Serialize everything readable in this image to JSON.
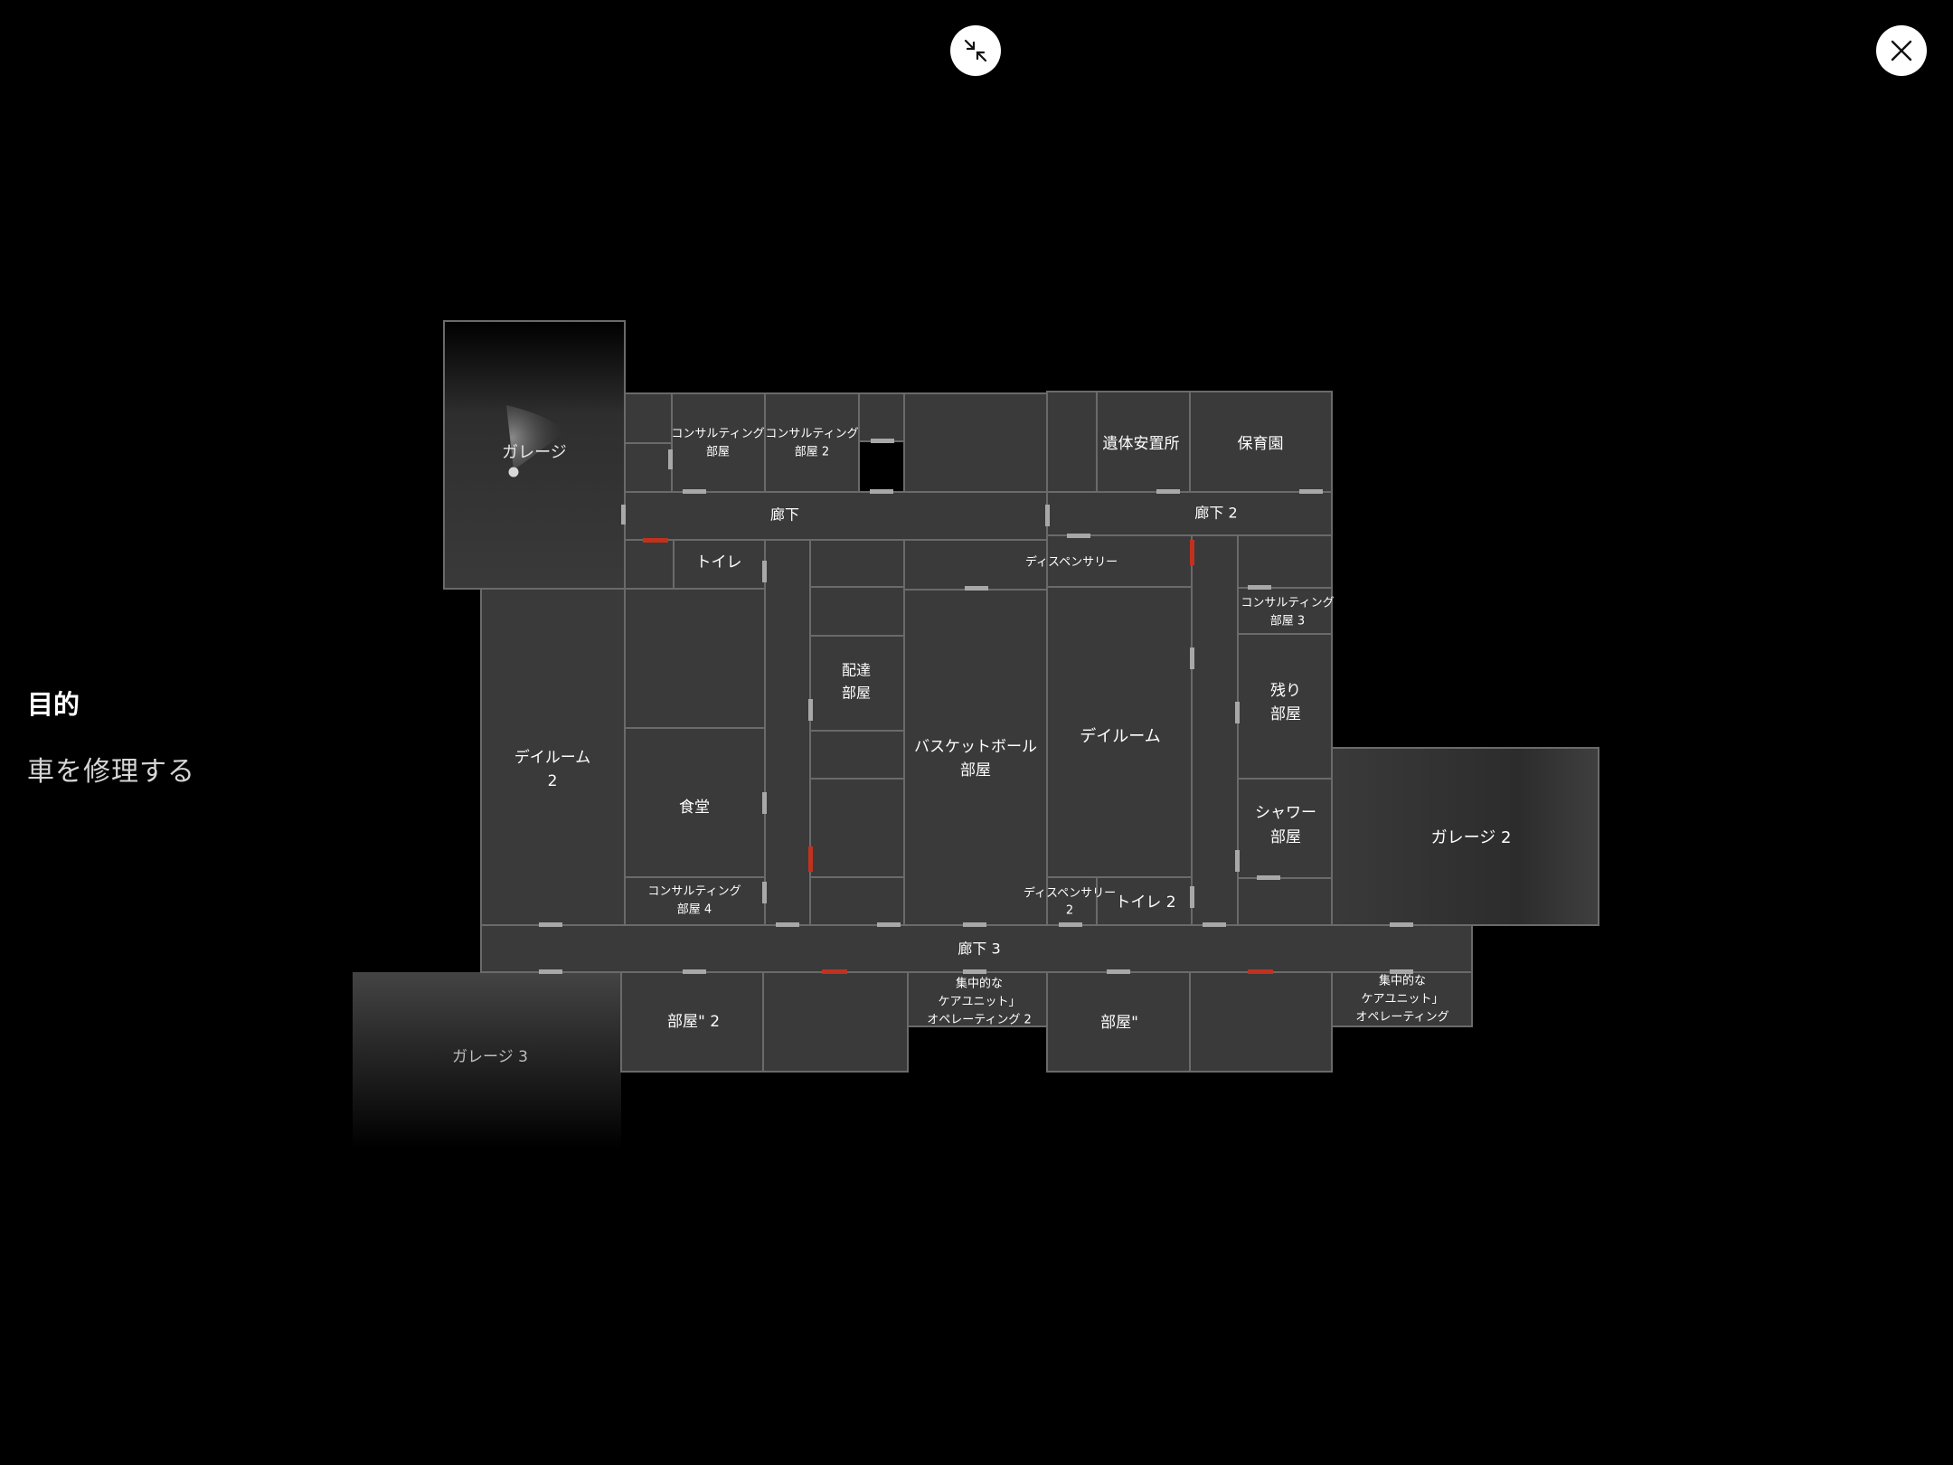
{
  "objective": {
    "title": "目的",
    "text": "車を修理する"
  },
  "controls": {
    "collapse_icon": "collapse-arrows-icon",
    "close_icon": "close-x-icon"
  },
  "colors": {
    "room_fill": "#3a3a3a",
    "room_stroke": "#6a6a6a",
    "door": "#a8a8a8",
    "locked_door": "#c0321e",
    "background": "#000000"
  },
  "rooms": {
    "garage": "ガレージ",
    "consult1_a": "コンサルティング",
    "consult1_b": "部屋",
    "consult2_a": "コンサルティング",
    "consult2_b": "部屋 2",
    "morgue": "遺体安置所",
    "nursery": "保育園",
    "corridor": "廊下",
    "corridor2": "廊下 2",
    "toilet": "トイレ",
    "dispensary": "ディスペンサリー",
    "consult3_a": "コンサルティング",
    "consult3_b": "部屋 3",
    "delivery_a": "配達",
    "delivery_b": "部屋",
    "remain_a": "残り",
    "remain_b": "部屋",
    "dayroom2_a": "デイルーム",
    "dayroom2_b": "2",
    "basketball_a": "バスケットボール",
    "basketball_b": "部屋",
    "dayroom": "デイルーム",
    "garage2": "ガレージ 2",
    "shower_a": "シャワー",
    "shower_b": "部屋",
    "canteen": "食堂",
    "consult4_a": "コンサルティング",
    "consult4_b": "部屋 4",
    "dispensary2_a": "ディスペンサリー",
    "dispensary2_b": "2",
    "toilet2": "トイレ 2",
    "corridor3": "廊下 3",
    "room2": "部屋\" 2",
    "icu2_a": "集中的な",
    "icu2_b": "ケアユニット」",
    "icu2_c": "オペレーティング 2",
    "room": "部屋\"",
    "icu_a": "集中的な",
    "icu_b": "ケアユニット」",
    "icu_c": "オペレーティング",
    "garage3": "ガレージ 3"
  }
}
